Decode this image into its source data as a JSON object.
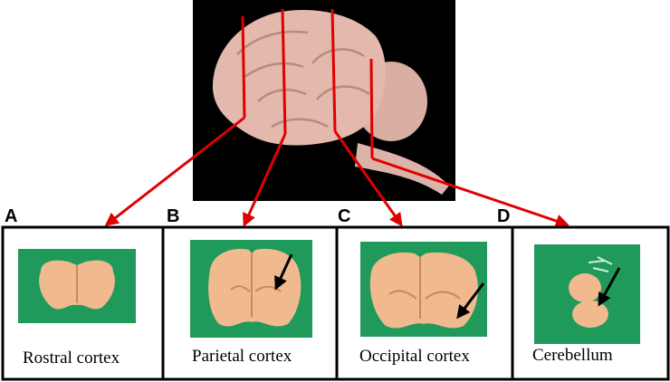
{
  "panels": [
    {
      "letter": "A",
      "caption": "Rostral cortex"
    },
    {
      "letter": "B",
      "caption": "Parietal cortex"
    },
    {
      "letter": "C",
      "caption": "Occipital cortex"
    },
    {
      "letter": "D",
      "caption": "Cerebellum"
    }
  ],
  "colors": {
    "background": "#ffffff",
    "photo_background": "#000000",
    "brain_tissue": "#e3b9ad",
    "section_tissue": "#f0b98e",
    "green_mount": "#1f9a5a",
    "cut_lines": "#e00000",
    "pointer_arrows": "#000000",
    "frame": "#000000"
  }
}
